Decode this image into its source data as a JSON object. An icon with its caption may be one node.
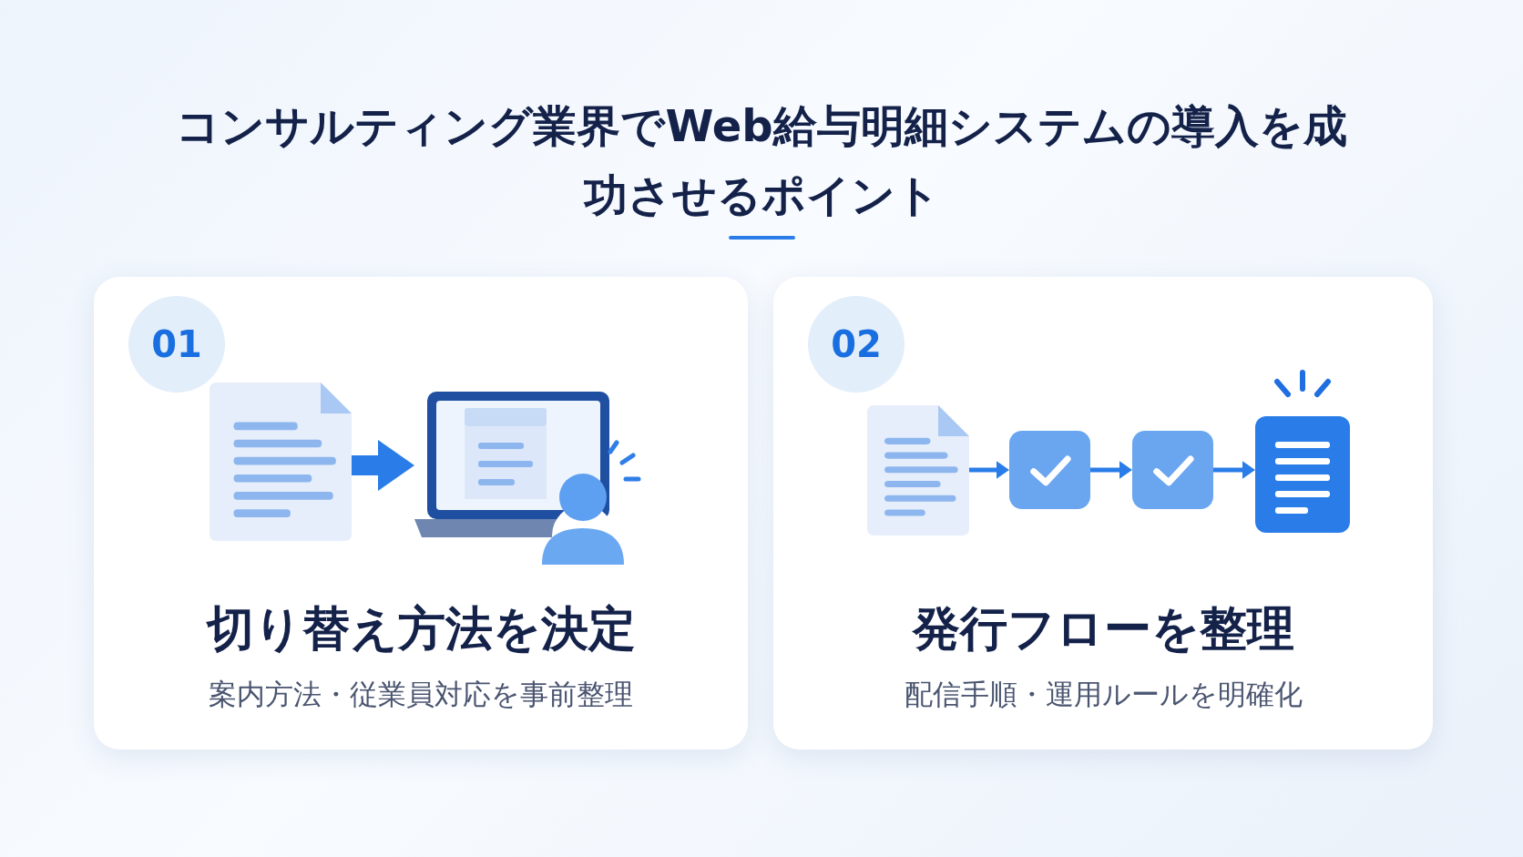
{
  "diagram": {
    "title": "コンサルティング業界でWeb給与明細システムの導入を成功させるポイント",
    "nodes": [
      {
        "text": [
          "切り替え方法を決定",
          "案内方法・従業員対応を事前整理"
        ]
      },
      {
        "text": [
          "01"
        ],
        "in": 0
      },
      {
        "text": [],
        "shape": "picture",
        "in": 0
      },
      {
        "text": [],
        "shape": "picture",
        "in": 0
      },
      {
        "text": [
          "発行フローを整理",
          "配信手順・運用ルールを明確化"
        ]
      },
      {
        "text": [
          "02"
        ],
        "in": 4
      },
      {
        "text": [],
        "shape": "picture",
        "in": 4
      },
      {
        "text": [],
        "shape": "box",
        "in": 4
      },
      {
        "text": [],
        "shape": "box",
        "in": 4
      },
      {
        "text": [],
        "shape": "picture",
        "in": 4
      }
    ],
    "edges": [
      {
        "from": 2,
        "to": 3,
        "arrow": "to",
        "style": "thick"
      },
      {
        "from": 6,
        "to": 7,
        "arrow": "to"
      },
      {
        "from": 7,
        "to": 8,
        "arrow": "to"
      },
      {
        "from": 8,
        "to": 9,
        "arrow": "to"
      }
    ]
  }
}
